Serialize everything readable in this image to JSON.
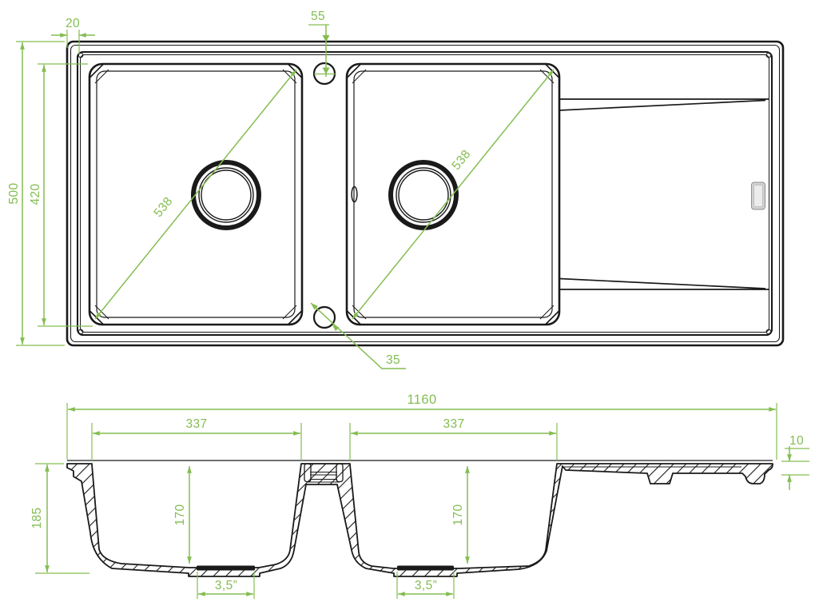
{
  "drawing": {
    "type": "sink-technical-drawing",
    "views": {
      "top": "plan view",
      "bottom": "cross-section view"
    },
    "dimensions": {
      "rim_width": "20",
      "tap_hole_offset": "55",
      "total_depth": "500",
      "bowl_front_to_back": "420",
      "bowl_diagonal_left": "538",
      "bowl_diagonal_right": "538",
      "small_hole_diameter": "35",
      "total_width": "1160",
      "bowl_width_left": "337",
      "bowl_width_right": "337",
      "drainer_thickness": "10",
      "total_height": "185",
      "bowl_depth_left": "170",
      "bowl_depth_right": "170",
      "drain_size_left": "3,5”",
      "drain_size_right": "3,5”"
    },
    "colors": {
      "dimension_green": "#84bd51",
      "line_black": "#1a1a1a",
      "badge_gray": "#d2d2d2",
      "background": "#ffffff"
    }
  }
}
